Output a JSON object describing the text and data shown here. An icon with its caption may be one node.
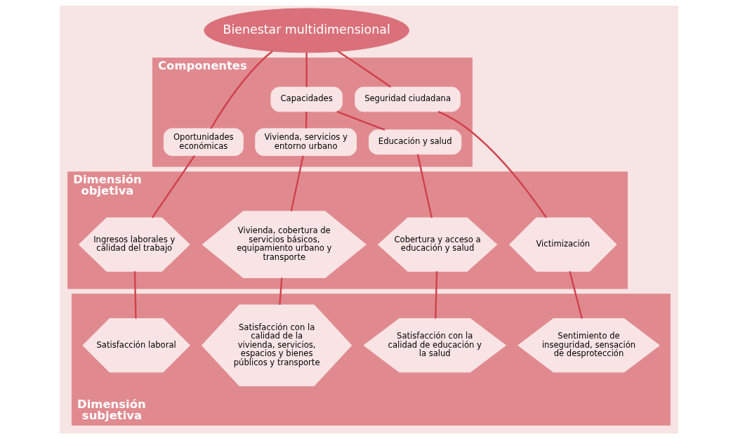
{
  "diagram": {
    "nodes": [
      {
        "text": [
          "Bienestar multidimensional"
        ]
      },
      {
        "text": [
          "Componentes"
        ]
      },
      {
        "text": [
          "Oportunidades económicas"
        ],
        "in": 1
      },
      {
        "text": [
          "Capacidades"
        ],
        "in": 1
      },
      {
        "text": [
          "Seguridad ciudadana"
        ],
        "in": 1
      },
      {
        "text": [
          "Educación y salud"
        ],
        "in": 1
      },
      {
        "text": [
          "Vivienda, servicios y entorno urbano"
        ],
        "in": 1
      },
      {
        "text": [
          "Dimensión objetiva"
        ]
      },
      {
        "text": [
          "Ingresos laborales y calidad del trabajo"
        ],
        "in": 7
      },
      {
        "text": [
          "Cobertura y acceso a educación y salud"
        ],
        "in": 7
      },
      {
        "text": [
          "Vivienda, cobertura de servicios básicos, equipamiento urbano y transporte"
        ],
        "in": 7
      },
      {
        "text": [
          "Victimización"
        ],
        "in": 7
      },
      {
        "text": [
          "Dimensión subjetiva"
        ]
      },
      {
        "text": [
          "Satisfacción laboral"
        ],
        "in": 12
      },
      {
        "text": [
          "Satisfacción con la calidad de educación y la salud"
        ],
        "in": 12
      },
      {
        "text": [
          "Satisfacción con la calidad de la vivienda, servicios, espacios y bienes públicos y transporte"
        ],
        "in": 12
      },
      {
        "text": [
          "Sentimiento de inseguridad, sensación de desprotección"
        ],
        "in": 12
      }
    ],
    "edges": [
      {
        "from": 0,
        "to": 2,
        "arrow": "none"
      },
      {
        "from": 0,
        "to": 3,
        "arrow": "none"
      },
      {
        "from": 0,
        "to": 4,
        "arrow": "none"
      },
      {
        "from": 3,
        "to": 5,
        "arrow": "none"
      },
      {
        "from": 3,
        "to": 6,
        "arrow": "none"
      },
      {
        "from": 2,
        "to": 8,
        "arrow": "none"
      },
      {
        "from": 5,
        "to": 9,
        "arrow": "none"
      },
      {
        "from": 6,
        "to": 10,
        "arrow": "none"
      },
      {
        "from": 4,
        "to": 11,
        "arrow": "none"
      },
      {
        "from": 8,
        "to": 13,
        "arrow": "none"
      },
      {
        "from": 9,
        "to": 14,
        "arrow": "none"
      },
      {
        "from": 10,
        "to": 15,
        "arrow": "none"
      },
      {
        "from": 11,
        "to": 16,
        "arrow": "none"
      }
    ]
  }
}
